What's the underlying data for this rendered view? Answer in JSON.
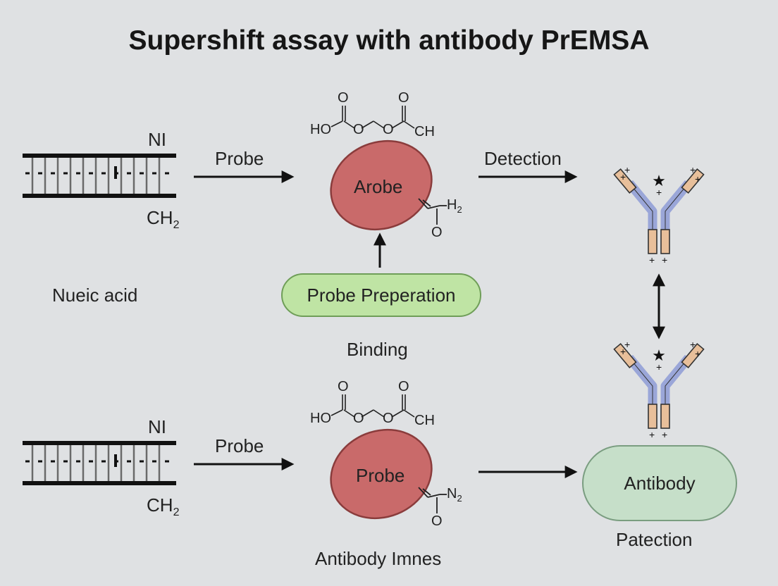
{
  "title": "Supershift assay with antibody PrEMSA",
  "top": {
    "nucleic_label_top": "NI",
    "nucleic_label_bottom": "CH",
    "nucleic_label_bottom_sub": "2",
    "nucleic_caption": "Nueic acid",
    "arrow1_label": "Probe",
    "molecule_ho": "HO",
    "molecule_o1": "O",
    "molecule_o2": "O",
    "molecule_o3": "O",
    "molecule_o4": "O",
    "molecule_ch": "CH",
    "probe_label": "Arobe",
    "probe_group": "H",
    "probe_group_sub": "2",
    "probe_o": "O",
    "prep_label": "Probe Preperation",
    "binding_label": "Binding",
    "arrow2_label": "Detection"
  },
  "bottom": {
    "nucleic_label_top": "NI",
    "nucleic_label_bottom": "CH",
    "nucleic_label_bottom_sub": "2",
    "arrow1_label": "Probe",
    "molecule_ho": "HO",
    "molecule_o1": "O",
    "molecule_o2": "O",
    "molecule_o3": "O",
    "molecule_o4": "O",
    "molecule_ch": "CH",
    "probe_label": "Probe",
    "probe_group": "N",
    "probe_group_sub": "2",
    "probe_o": "O",
    "probe_caption": "Antibody Imnes",
    "antibody_box_label": "Antibody",
    "antibody_caption": "Patection"
  },
  "antibody_marks": {
    "plus": "+",
    "star": "★"
  },
  "colors": {
    "background": "#dfe1e3",
    "probe_fill": "#c96a6a",
    "probe_stroke": "#8a3c3c",
    "prep_fill": "#bfe4a4",
    "antibody_box_fill": "#c6dfc9",
    "heavy_chain": "#9aa6d8",
    "light_chain": "#e8bf9a"
  }
}
